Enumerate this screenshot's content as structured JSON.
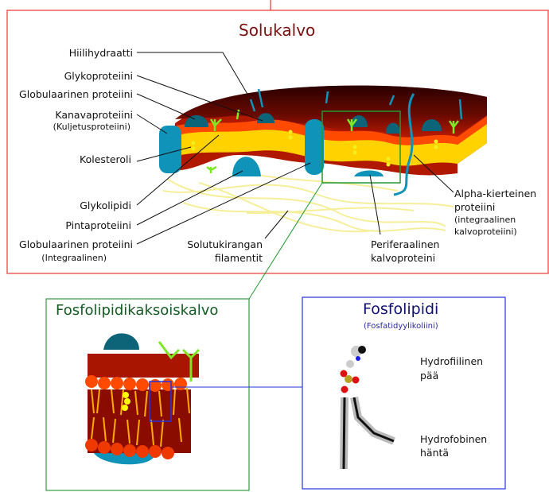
{
  "membrane": {
    "title": "Solukalvo",
    "labels": {
      "carbohydrate": "Hiilihydraatti",
      "glycoprotein": "Glykoproteiini",
      "globular_protein": "Globulaarinen proteiini",
      "channel_protein": "Kanavaproteiini",
      "channel_protein_sub": "(Kuljetusproteiini)",
      "cholesterol": "Kolesteroli",
      "glycolipid": "Glykolipidi",
      "surface_protein": "Pintaproteiini",
      "integral_globular_protein": "Globulaarinen proteiini",
      "integral_globular_protein_sub": "(Integraalinen)",
      "cytoskeleton_line1": "Solutukirangan",
      "cytoskeleton_line2": "filamentit",
      "peripheral_line1": "Periferaalinen",
      "peripheral_line2": "kalvoproteini",
      "alpha_line1": "Alpha-kierteinen",
      "alpha_line2": "proteiini",
      "alpha_sub1": "(integraalinen",
      "alpha_sub2": "kalvoproteiini)"
    }
  },
  "bilayer": {
    "title": "Fosfolipidikaksoiskalvo"
  },
  "phospholipid": {
    "title": "Fosfolipidi",
    "subtitle": "(Fosfatidyylikoliini)",
    "head_line1": "Hydrofiilinen",
    "head_line2": "pää",
    "tail_line1": "Hydrofobinen",
    "tail_line2": "häntä"
  },
  "colors": {
    "membrane_box": "#ee3333",
    "bilayer_box": "#339944",
    "phospholipid_box": "#2233dd",
    "membrane_title": "#7a1010",
    "bilayer_title": "#145a22",
    "phospholipid_title": "#101070",
    "protein": "#1093b8",
    "lipid_core": "#ffd200"
  }
}
